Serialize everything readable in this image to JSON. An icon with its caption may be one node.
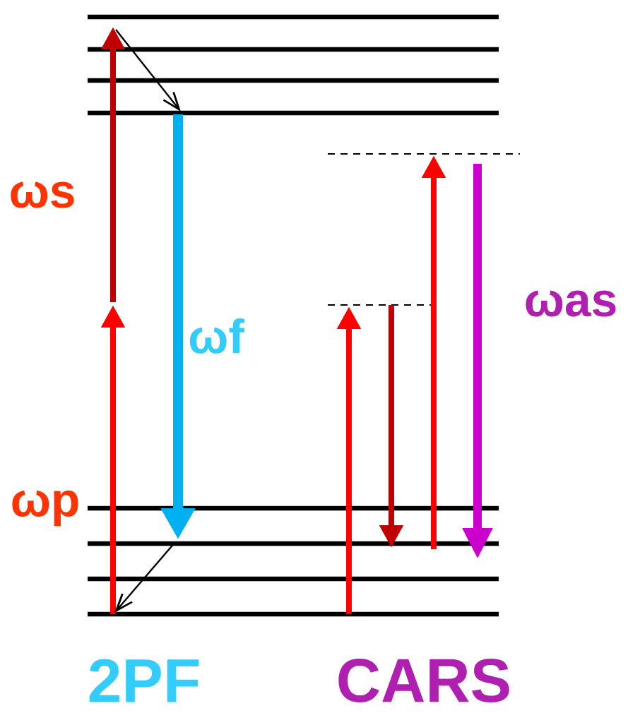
{
  "diagram": {
    "labels": [
      "ωs",
      "ωas",
      "ωf",
      "ωp",
      "2PF",
      "CARS"
    ]
  }
}
